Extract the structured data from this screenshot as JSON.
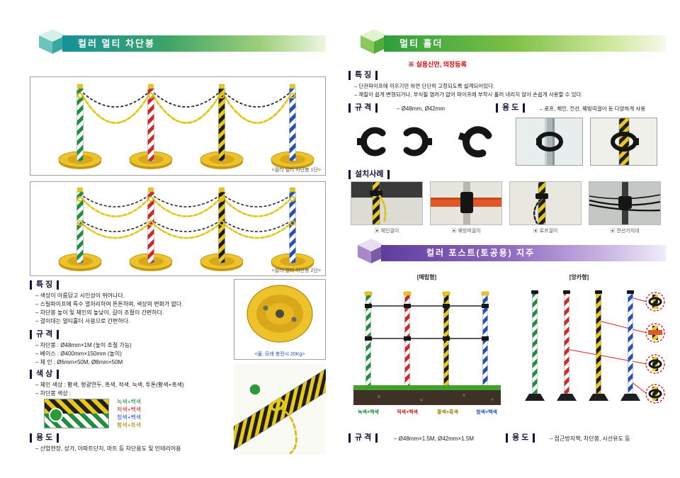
{
  "colors": {
    "banner_teal": "#15919b",
    "banner_green": "#2f9e3f",
    "banner_purple": "#5f3d9e",
    "chain_yellow": "#e4c616",
    "base_yellow": "#eec22a",
    "stripe_green": "#1f8f3f",
    "stripe_red": "#d02828",
    "stripe_blue": "#2450b8",
    "stripe_black": "#1e1e1e",
    "patent_red": "#dd0000"
  },
  "left": {
    "title": "컬러 멀티 차단봉",
    "img1_caption": "<컬러 멀티 차단봉 1단>",
    "img2_caption": "<컬러 멀티 차단봉 2단>",
    "features_h": "특 징",
    "features": [
      "– 색상이 아름답고 시인성이 뛰어나다.",
      "– 스틸파이프에 특수 열처리하여 튼튼하며, 색상의 변화가 없다.",
      "– 차단봉 높이 및 체인의 높낮이, 길이 조절이 간편하다.",
      "– 걸이대는 멀티홀더 사용으로 간편하다."
    ],
    "specs_h": "규 격",
    "specs": [
      "– 차단봉 : Ø48mm×1M (높이 조절 가능)",
      "– 베이스 : Ø400mm×150mm (높이)",
      "– 체  인 : Ø6mm×50M, Ø8mm×50M"
    ],
    "colors_h": "색 상",
    "chain_colors": "– 체인 색상 : 황색, 형광연두, 흑색, 적색, 녹색, 투톤(황색+흑색)",
    "pole_colors_label": "– 차단봉 색상 :",
    "pole_colors": [
      "녹색+백색",
      "적색+백색",
      "청색+백색",
      "황색+흑색"
    ],
    "uses_h": "용 도",
    "uses": "– 산업현장, 상가, 아파트단지, 마트 등 차단용도 및 인테리어용",
    "base_caption": "<물, 모래 충전시 20Kg>"
  },
  "holder": {
    "title": "멀티 홀더",
    "patent": "※ 실용신안, 의장등록",
    "features_h": "특 징",
    "features": [
      "– 단관파이프에 끼우기만 하면 단단히 고정되도록 설계되어있다.",
      "– 재질이 쉽게 변형되거나, 부식될 염려가 없어 파이프에 부착시 흘러 내리지 않아 손쉽게 사용할 수 있다."
    ],
    "specs_h": "규 격",
    "specs_v": "– Ø48mm, Ø42mm",
    "uses_h": "용 도",
    "uses_v": "– 로프, 체인, 전선, 웨빙띠걸이 등 다양하게 사용",
    "install_h": "설치사례",
    "install_captions": [
      "▣ 체인걸이",
      "▣ 웨빙띠걸이",
      "▣ 로프걸이",
      "▣ 전선거치대"
    ]
  },
  "post": {
    "title": "컬러 포스트(토공용) 지주",
    "buried_label": "[매립형]",
    "anchor_label": "[앙카형]",
    "ground_labels": [
      "녹색+백색",
      "적색+백색",
      "황색+흑색",
      "청색+백색"
    ],
    "specs_h": "규 격",
    "specs_v": "– Ø48mm×1.5M, Ø42mm×1.5M",
    "uses_h": "용 도",
    "uses_v": "– 접근방지책, 차단봉, 시선유도 등"
  }
}
